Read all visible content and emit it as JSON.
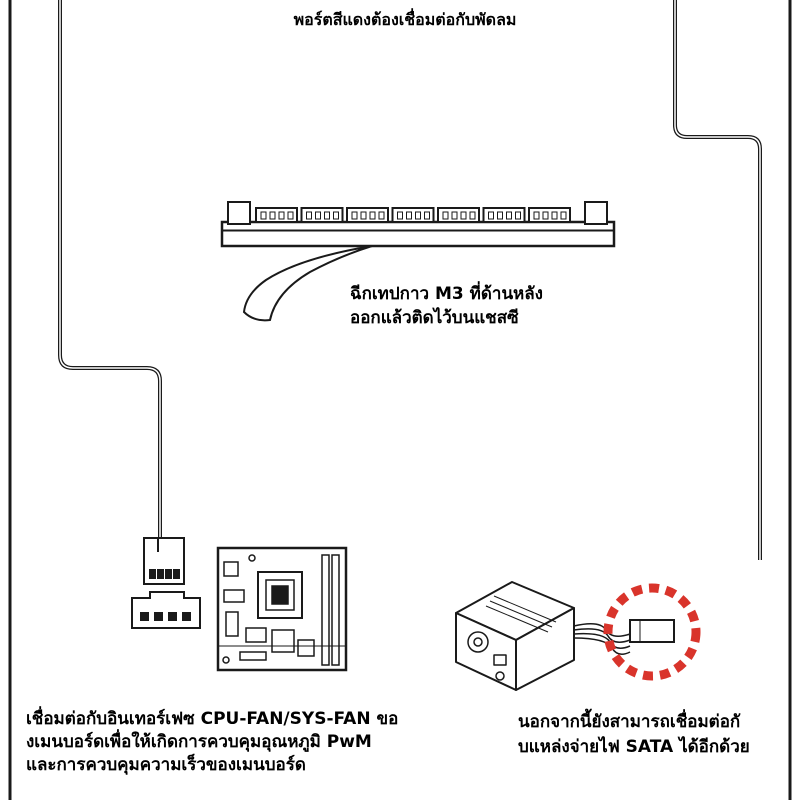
{
  "labels": {
    "top": "พอร์ตสีแดงต้องเชื่อมต่อกับพัดลม",
    "tape_line1": "ฉีกเทปกาว M3 ที่ด้านหลัง",
    "tape_line2": "ออกแล้วติดไว้บนแชสซี",
    "mb_line1": "เชื่อมต่อกับอินเทอร์เฟซ CPU-FAN/SYS-FAN ขอ",
    "mb_line2": "งเมนบอร์ดเพื่อให้เกิดการควบคุมอุณหภูมิ PwM",
    "mb_line3": "และการควบคุมความเร็วของเมนบอร์ด",
    "psu_line1": "นอกจากนี้ยังสามารถเชื่อมต่อกั",
    "psu_line2": "บแหล่งจ่ายไฟ SATA ได้อีกด้วย"
  },
  "colors": {
    "line": "#1a1a1a",
    "highlight": "#d9342b"
  },
  "hub_ports": 7
}
